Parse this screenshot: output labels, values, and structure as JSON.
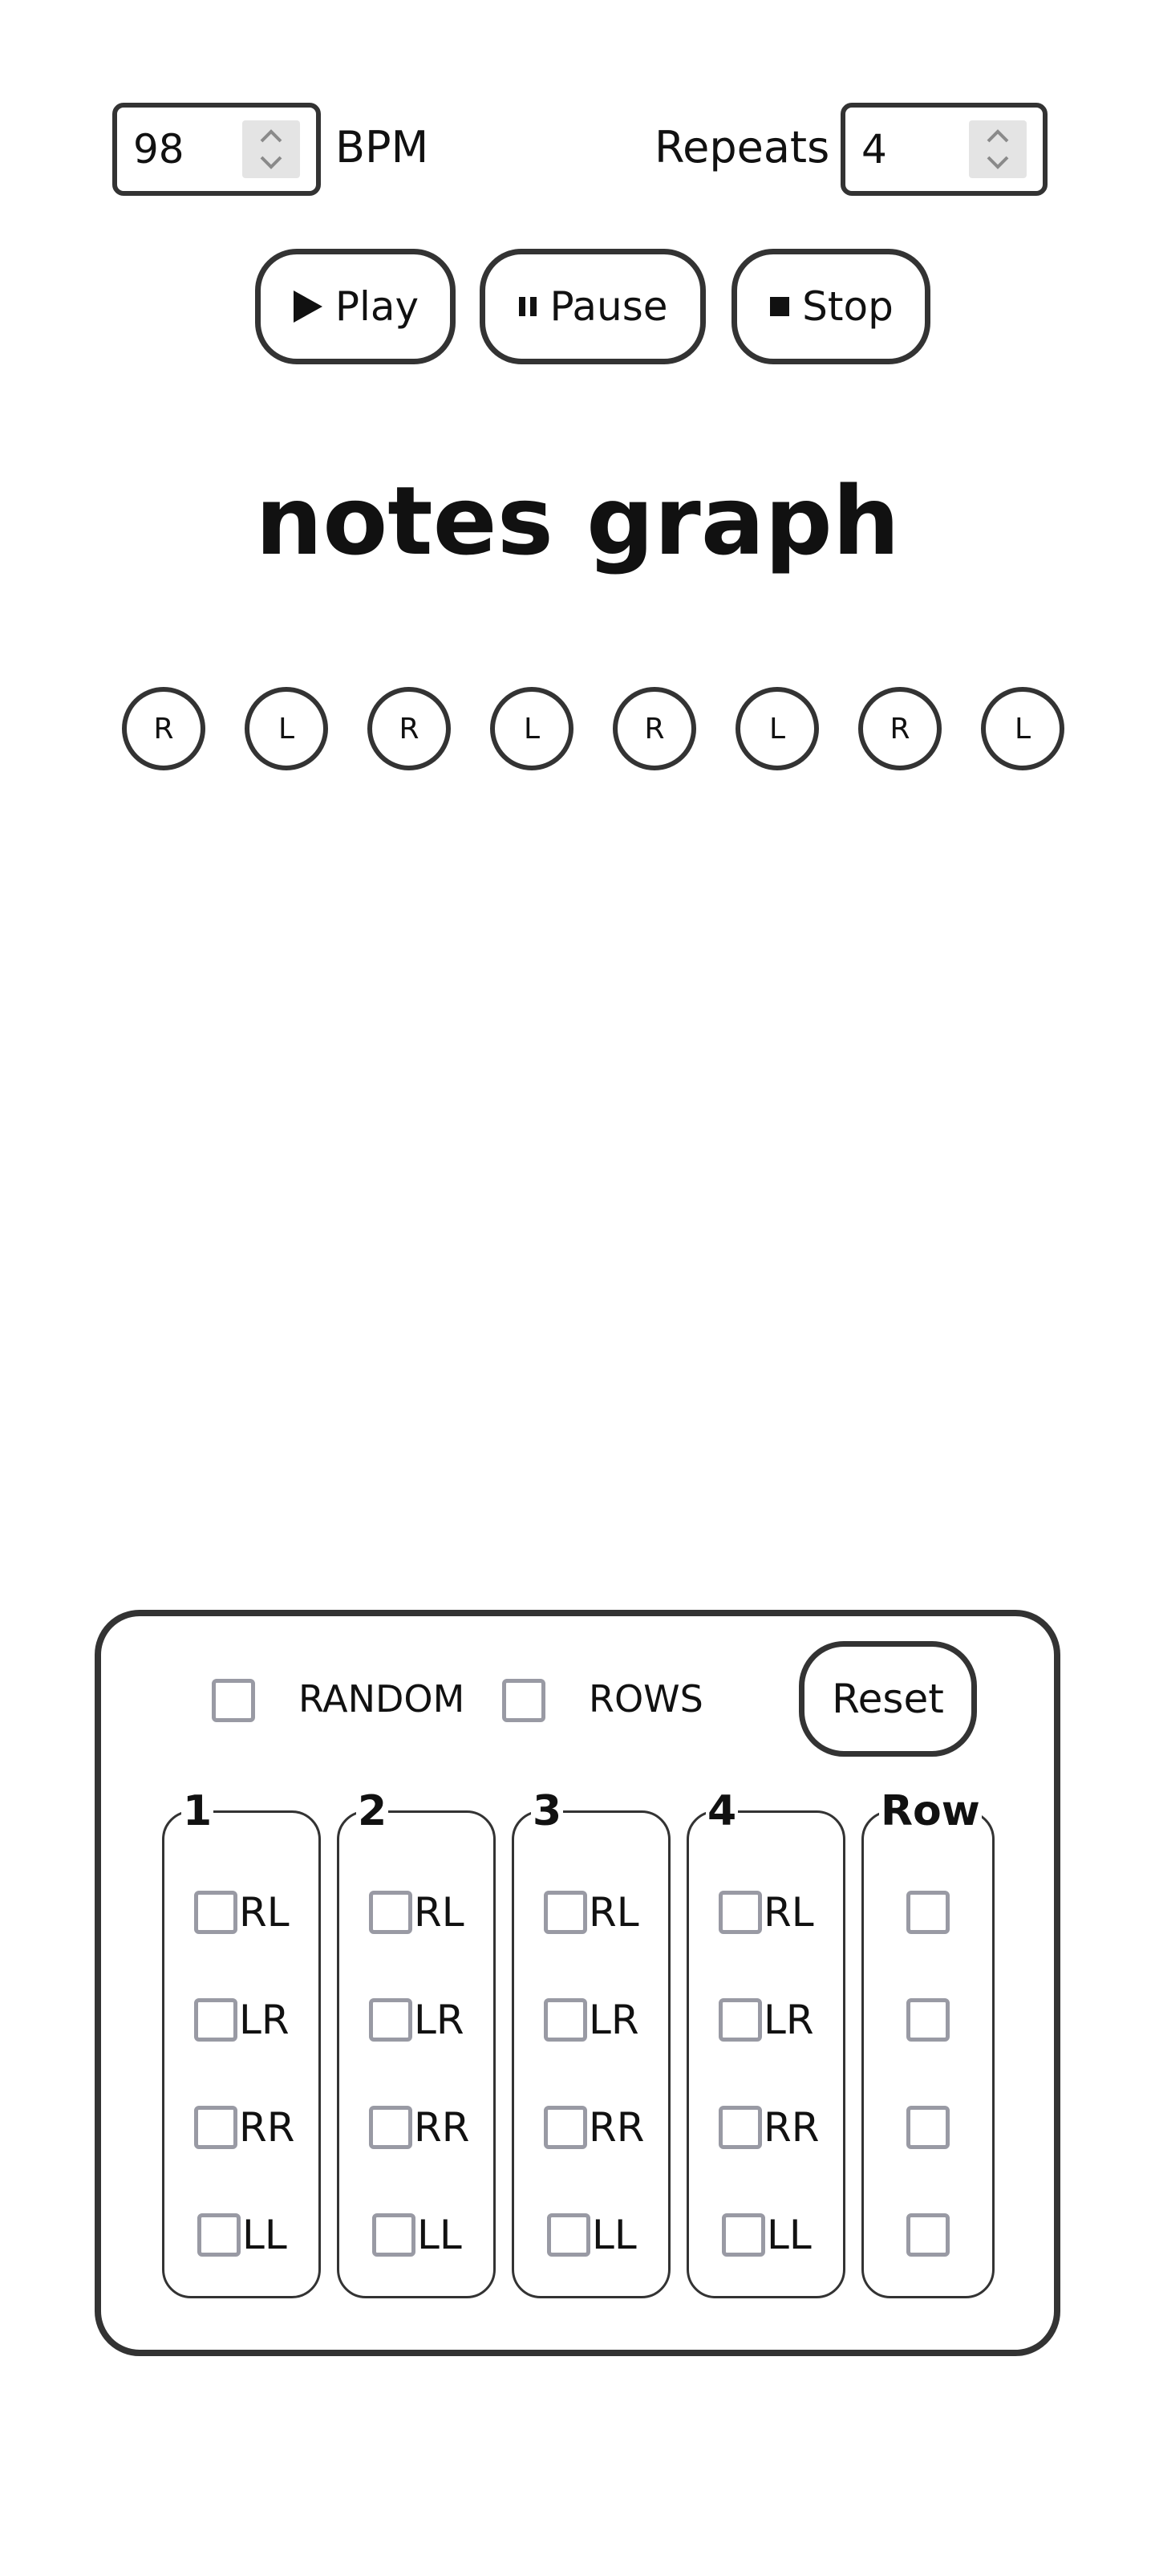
{
  "bpm": {
    "value": "98",
    "label": "BPM"
  },
  "repeats": {
    "label": "Repeats",
    "value": "4"
  },
  "controls": {
    "play": "Play",
    "pause": "Pause",
    "stop": "Stop"
  },
  "title": "notes graph",
  "notes": [
    "R",
    "L",
    "R",
    "L",
    "R",
    "L",
    "R",
    "L"
  ],
  "options": {
    "random_label": "RANDOM",
    "rows_label": "ROWS",
    "reset_label": "Reset"
  },
  "groups": [
    {
      "title": "1",
      "items": [
        "RL",
        "LR",
        "RR",
        "LL"
      ]
    },
    {
      "title": "2",
      "items": [
        "RL",
        "LR",
        "RR",
        "LL"
      ]
    },
    {
      "title": "3",
      "items": [
        "RL",
        "LR",
        "RR",
        "LL"
      ]
    },
    {
      "title": "4",
      "items": [
        "RL",
        "LR",
        "RR",
        "LL"
      ]
    }
  ],
  "row_group": {
    "title": "Row"
  }
}
